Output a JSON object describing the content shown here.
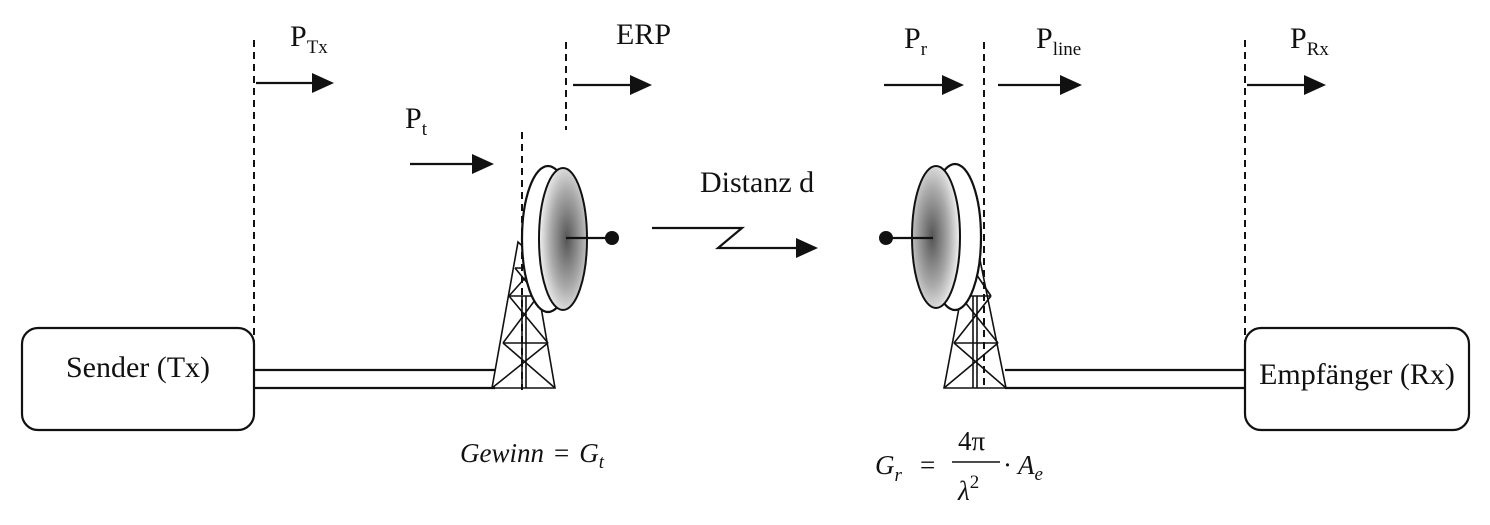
{
  "blocks": {
    "sender": "Sender (Tx)",
    "receiver": "Empfänger (Rx)"
  },
  "power_labels": {
    "p_tx": {
      "base": "P",
      "sub": "Tx"
    },
    "erp": "ERP",
    "p_t": {
      "base": "P",
      "sub": "t"
    },
    "p_r": {
      "base": "P",
      "sub": "r"
    },
    "p_line": {
      "base": "P",
      "sub": "line"
    },
    "p_rx": {
      "base": "P",
      "sub": "Rx"
    }
  },
  "link": {
    "distance_label": "Distanz d"
  },
  "formulas": {
    "tx_gain": {
      "text": "Gewinn",
      "equals": "=",
      "symbol": "G",
      "sub": "t"
    },
    "rx_gain": {
      "symbol": "G",
      "sub": "r",
      "equals": "=",
      "numerator": "4π",
      "denominator": "λ",
      "exponent": "2",
      "dot": "·",
      "factor": "A",
      "factor_sub": "e"
    }
  },
  "colors": {
    "ink": "#111111",
    "background": "#ffffff",
    "dish_shade": "#555555"
  },
  "icons": [
    "transmit-dish-icon",
    "receive-dish-icon",
    "lattice-tower-icon",
    "zigzag-link-icon"
  ]
}
